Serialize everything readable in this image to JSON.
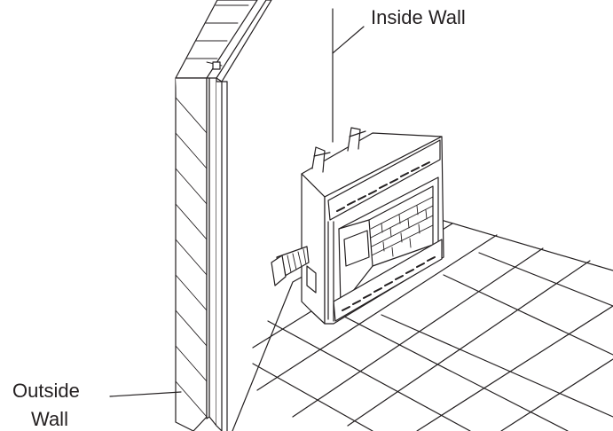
{
  "labels": {
    "inside_wall": "Inside Wall",
    "outside_wall_line1": "Outside",
    "outside_wall_line2": "Wall"
  },
  "colors": {
    "ink": "#231f20",
    "background": "#ffffff"
  },
  "icons": [
    "fireplace-unit",
    "outside-air-duct",
    "wall-section",
    "floor-tiles"
  ]
}
